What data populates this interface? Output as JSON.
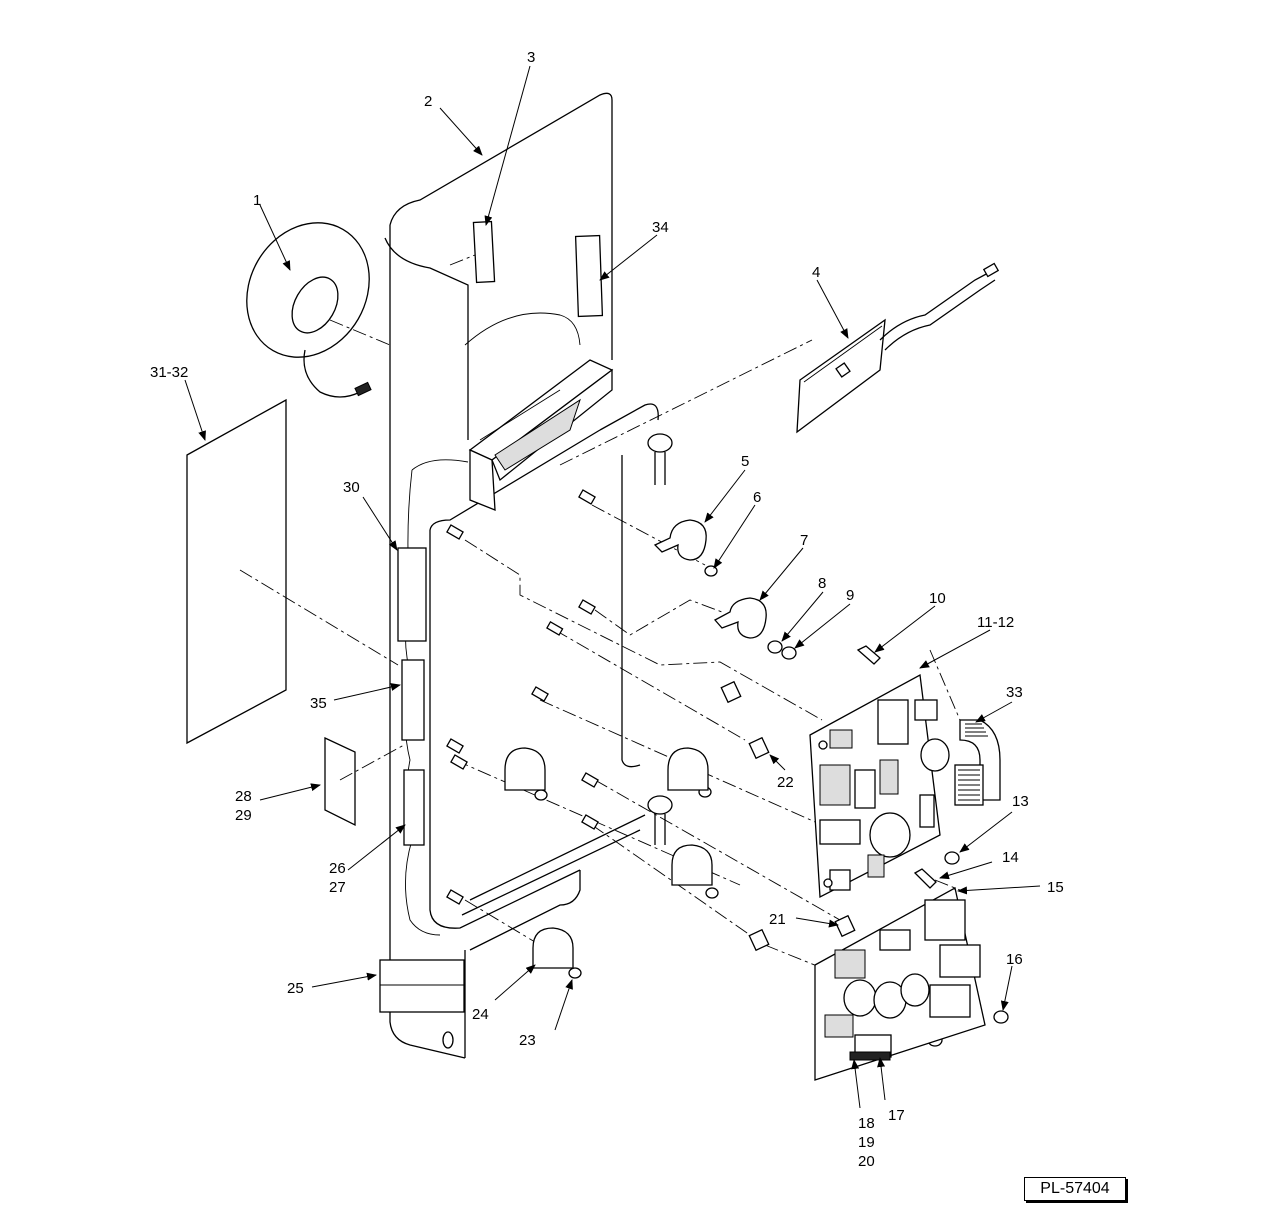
{
  "labels": {
    "l1": "1",
    "l2": "2",
    "l3": "3",
    "l4": "4",
    "l5": "5",
    "l6": "6",
    "l7": "7",
    "l8": "8",
    "l9": "9",
    "l10": "10",
    "l11_12": "11-12",
    "l13": "13",
    "l14": "14",
    "l15": "15",
    "l16": "16",
    "l17": "17",
    "l18": "18",
    "l19": "19",
    "l20": "20",
    "l21": "21",
    "l22": "22",
    "l23": "23",
    "l24": "24",
    "l25": "25",
    "l26": "26",
    "l27": "27",
    "l28": "28",
    "l29": "29",
    "l30": "30",
    "l31_32": "31-32",
    "l33": "33",
    "l34": "34",
    "l35": "35"
  },
  "plate_number": "PL-57404"
}
